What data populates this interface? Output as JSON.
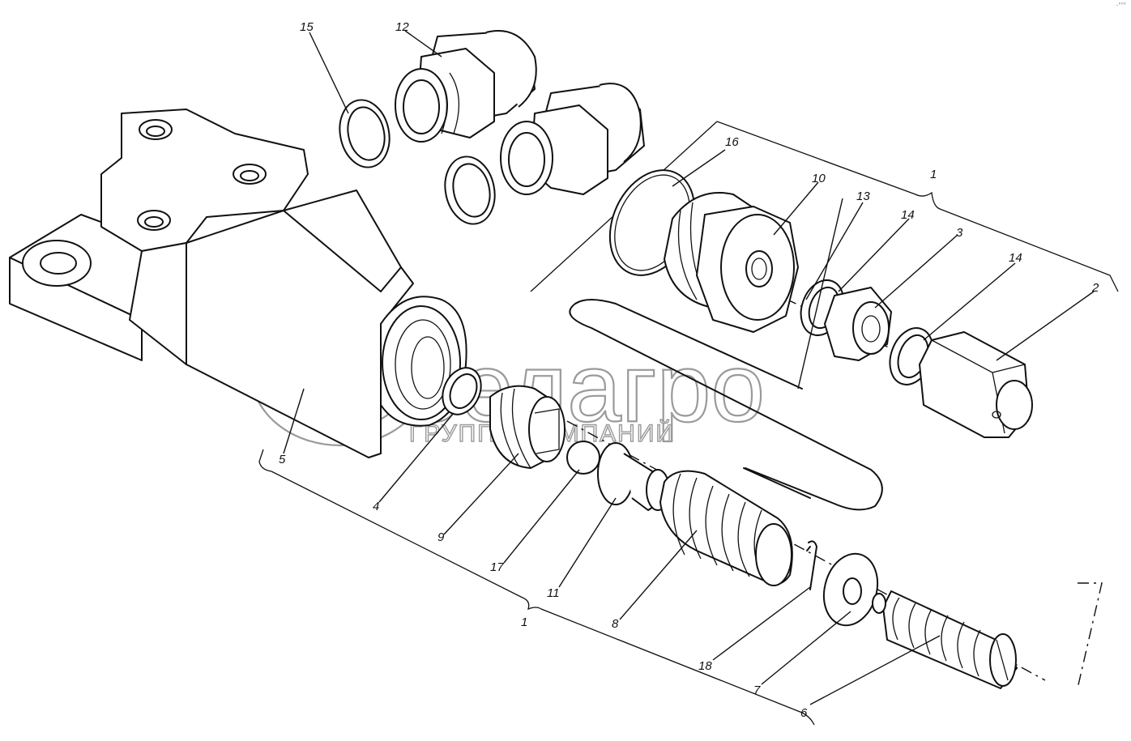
{
  "diagram": {
    "watermark": {
      "brand": "белагро",
      "subtitle": "ГРУППА КОМПАНИЙ"
    },
    "corner_mark": "-°°°",
    "callouts": [
      "1",
      "1",
      "2",
      "3",
      "4",
      "5",
      "6",
      "7",
      "8",
      "9",
      "10",
      "11",
      "12",
      "13",
      "14",
      "14",
      "15",
      "16",
      "17",
      "18"
    ]
  }
}
